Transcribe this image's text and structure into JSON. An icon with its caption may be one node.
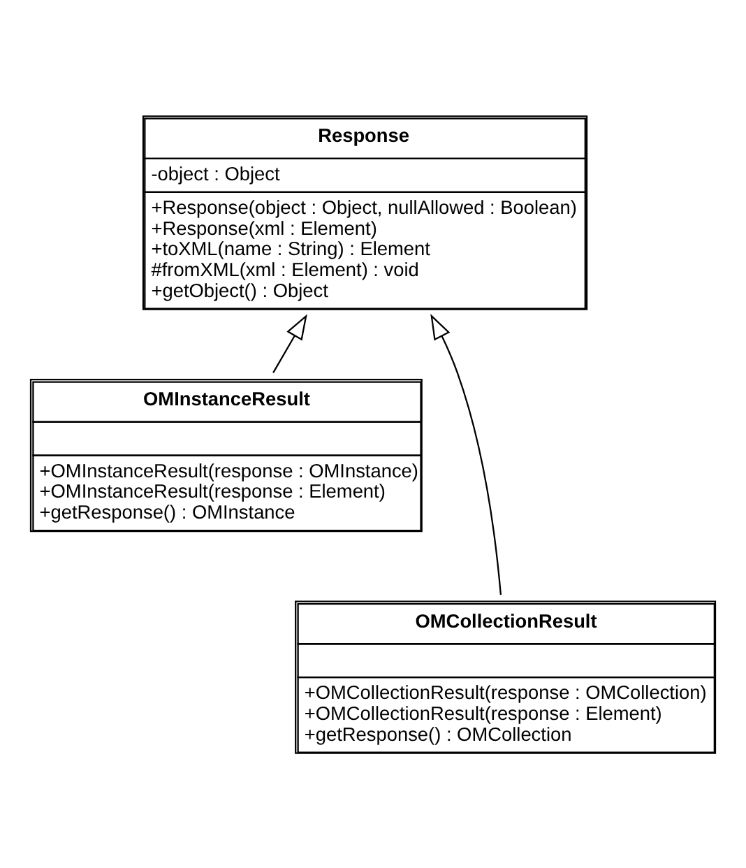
{
  "diagram": {
    "nodes": [
      {
        "text": [
          "Response",
          "-object : Object",
          "+Response(object : Object, nullAllowed : Boolean)",
          "+Response(xml : Element)",
          "+toXML(name : String) : Element",
          "#fromXML(xml : Element) : void",
          "+getObject() : Object"
        ]
      },
      {
        "text": [
          "OMInstanceResult",
          "+OMInstanceResult(response : OMInstance)",
          "+OMInstanceResult(response : Element)",
          "+getResponse() : OMInstance"
        ]
      },
      {
        "text": [
          "OMCollectionResult",
          "+OMCollectionResult(response : OMCollection)",
          "+OMCollectionResult(response : Element)",
          "+getResponse() : OMCollection"
        ]
      }
    ],
    "edges": [
      {
        "from": 1,
        "to": 0,
        "arrow": "to"
      },
      {
        "from": 2,
        "to": 0,
        "arrow": "to"
      }
    ]
  }
}
